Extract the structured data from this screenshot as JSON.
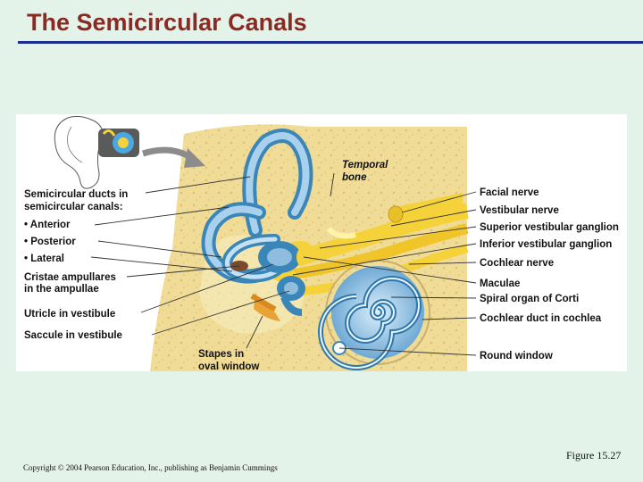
{
  "slide": {
    "title": "The Semicircular Canals",
    "figure_number": "Figure 15.27",
    "copyright": "Copyright © 2004 Pearson Education, Inc., publishing as Benjamin Cummings"
  },
  "labels": {
    "semicircular_ducts_1": "Semicircular ducts in",
    "semicircular_ducts_2": "semicircular canals:",
    "anterior": "• Anterior",
    "posterior": "• Posterior",
    "lateral": "• Lateral",
    "cristae_1": "Cristae ampullares",
    "cristae_2": "in the ampullae",
    "utricle": "Utricle in vestibule",
    "saccule": "Saccule in vestibule",
    "stapes_1": "Stapes in",
    "stapes_2": "oval window",
    "temporal_1": "Temporal",
    "temporal_2": "bone",
    "facial_nerve": "Facial nerve",
    "vestibular_nerve": "Vestibular nerve",
    "superior_ganglion": "Superior vestibular ganglion",
    "inferior_ganglion": "Inferior vestibular ganglion",
    "cochlear_nerve": "Cochlear nerve",
    "maculae": "Maculae",
    "spiral_organ": "Spiral organ of Corti",
    "cochlear_duct": "Cochlear duct in cochlea",
    "round_window": "Round window"
  },
  "colors": {
    "slide_background": "#e4f3ea",
    "title_color": "#8a2a22",
    "rule_color": "#1b2f8a",
    "bone": "#f0dc96",
    "labyrinth": "#8ebde0",
    "labyrinth_dark": "#3a86b8",
    "nerve": "#f5d23a"
  }
}
